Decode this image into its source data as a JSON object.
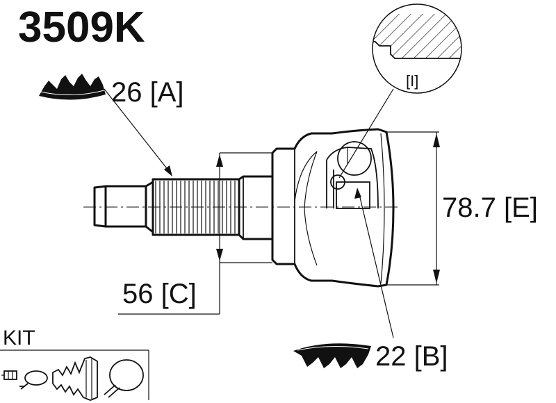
{
  "title": "3509K",
  "labels": {
    "a": "26 [A]",
    "b": "22 [B]",
    "c": "56 [C]",
    "e": "78.7 [E]",
    "detail": "[I]"
  },
  "kit": {
    "label": "KIT"
  }
}
